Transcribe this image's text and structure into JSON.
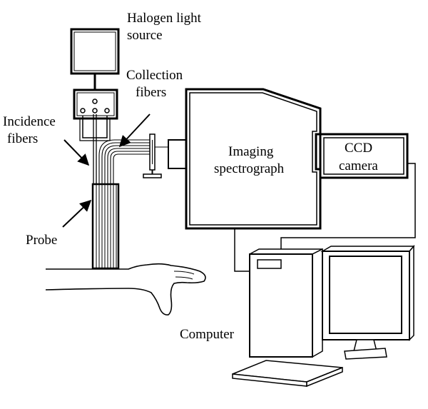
{
  "labels": {
    "halogen_line1": "Halogen light",
    "halogen_line2": "source",
    "collection_line1": "Collection",
    "collection_line2": "fibers",
    "incidence_line1": "Incidence",
    "incidence_line2": "fibers",
    "probe": "Probe",
    "imaging_line1": "Imaging",
    "imaging_line2": "spectrograph",
    "ccd_line1": "CCD",
    "ccd_line2": "camera",
    "computer": "Computer"
  }
}
